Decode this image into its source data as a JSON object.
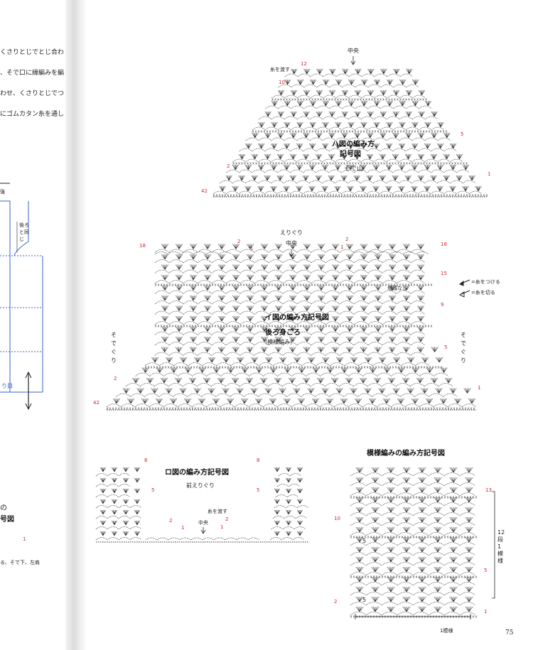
{
  "left_page": {
    "text_lines": [
      "くさりとじでとじ合わ",
      "、そで口に縁編みを編",
      "わせ、くさりとじでつ",
      "にゴムカタン糸を通し"
    ],
    "label_back_same_1": "後ろと同じ",
    "label_eye": "り目",
    "label_dot": "強",
    "bottom_fragment_no": "の",
    "bottom_fragment_kigouzu": "号図",
    "bottom_note": "る、そで下、左肩",
    "row_1": "1"
  },
  "ha_chart": {
    "title_line1": "ハ図の編み方",
    "title_line2": "記号図",
    "subtitle": "そで山",
    "center": "中央",
    "pass_yarn": "糸を渡す",
    "rows": {
      "r12": "12",
      "r10": "10",
      "r5": "5",
      "r2": "2",
      "r1": "1",
      "r42": "42"
    }
  },
  "i_chart": {
    "title": "イ図の編み方記号図",
    "subtitle": "後ろ身ごろ",
    "subtitle2": "(模様編み)",
    "neckline": "えりぐり",
    "center": "中央",
    "no_increase": "増減なし",
    "armhole": "そでぐり",
    "rows": {
      "r18": "18",
      "r2": "2",
      "r1": "1",
      "r15": "15",
      "r9": "9",
      "r5": "5",
      "r42": "42"
    }
  },
  "legend": {
    "attach": "=糸をつける",
    "cut": "=糸を切る"
  },
  "ro_chart": {
    "title": "ロ図の編み方記号図",
    "subtitle": "前えりぐり",
    "pass_yarn": "糸を渡す",
    "center": "中央",
    "rows": {
      "r8": "8",
      "r5": "5",
      "r2": "2",
      "r1": "1"
    }
  },
  "pattern_chart": {
    "title": "模様編みの編み方記号図",
    "repeat_label": "12段1模様",
    "repeat_width": "1模様",
    "rows": {
      "r13": "13",
      "r10": "10",
      "r5": "5",
      "r2": "2",
      "r1": "1"
    }
  },
  "page_number": "75"
}
